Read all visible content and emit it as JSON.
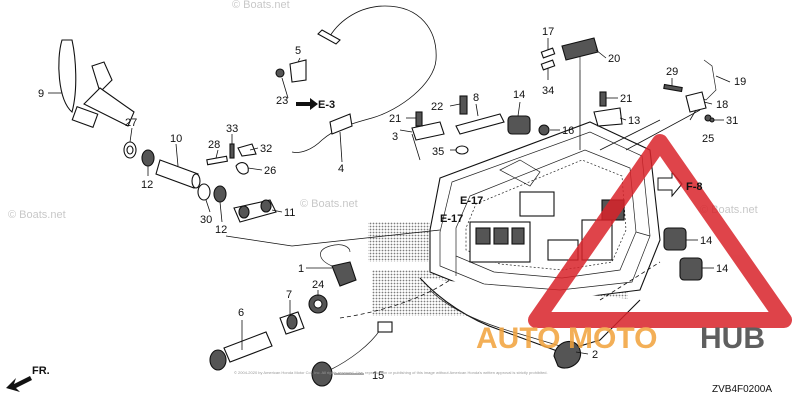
{
  "callouts": {
    "c1": "1",
    "c2": "2",
    "c3": "3",
    "c4": "4",
    "c5": "5",
    "c6": "6",
    "c7": "7",
    "c8": "8",
    "c9": "9",
    "c10": "10",
    "c11": "11",
    "c12a": "12",
    "c12b": "12",
    "c13": "13",
    "c14a": "14",
    "c14b": "14",
    "c14c": "14",
    "c15": "15",
    "c16": "16",
    "c17": "17",
    "c18": "18",
    "c19": "19",
    "c20": "20",
    "c21a": "21",
    "c21b": "21",
    "c22": "22",
    "c23": "23",
    "c24": "24",
    "c25": "25",
    "c26": "26",
    "c27": "27",
    "c28": "28",
    "c29": "29",
    "c30": "30",
    "c31": "31",
    "c32": "32",
    "c33": "33",
    "c34": "34",
    "c35": "35"
  },
  "references": {
    "e3": "E-3",
    "e17a": "E-17",
    "e17b": "E-17",
    "f8": "F-8",
    "fr": "FR."
  },
  "watermarks": {
    "top": "© Boats.net",
    "left": "© Boats.net",
    "right": "© Boats.net",
    "mid": "© Boats.net"
  },
  "brand": {
    "auto": "AUTO",
    "moto": "MOTO",
    "hub": "HUB",
    "triangle_color": "#d9232a",
    "text_color": "#f2a23a",
    "hub_color": "#444444"
  },
  "diagram_code": "ZVB4F0200A",
  "fine_print": "© 2004-2020 by American Honda Motor Co., Inc. All rights reserved. Use, reproduction or publishing of this image without American Honda's written approval is strictly prohibited."
}
